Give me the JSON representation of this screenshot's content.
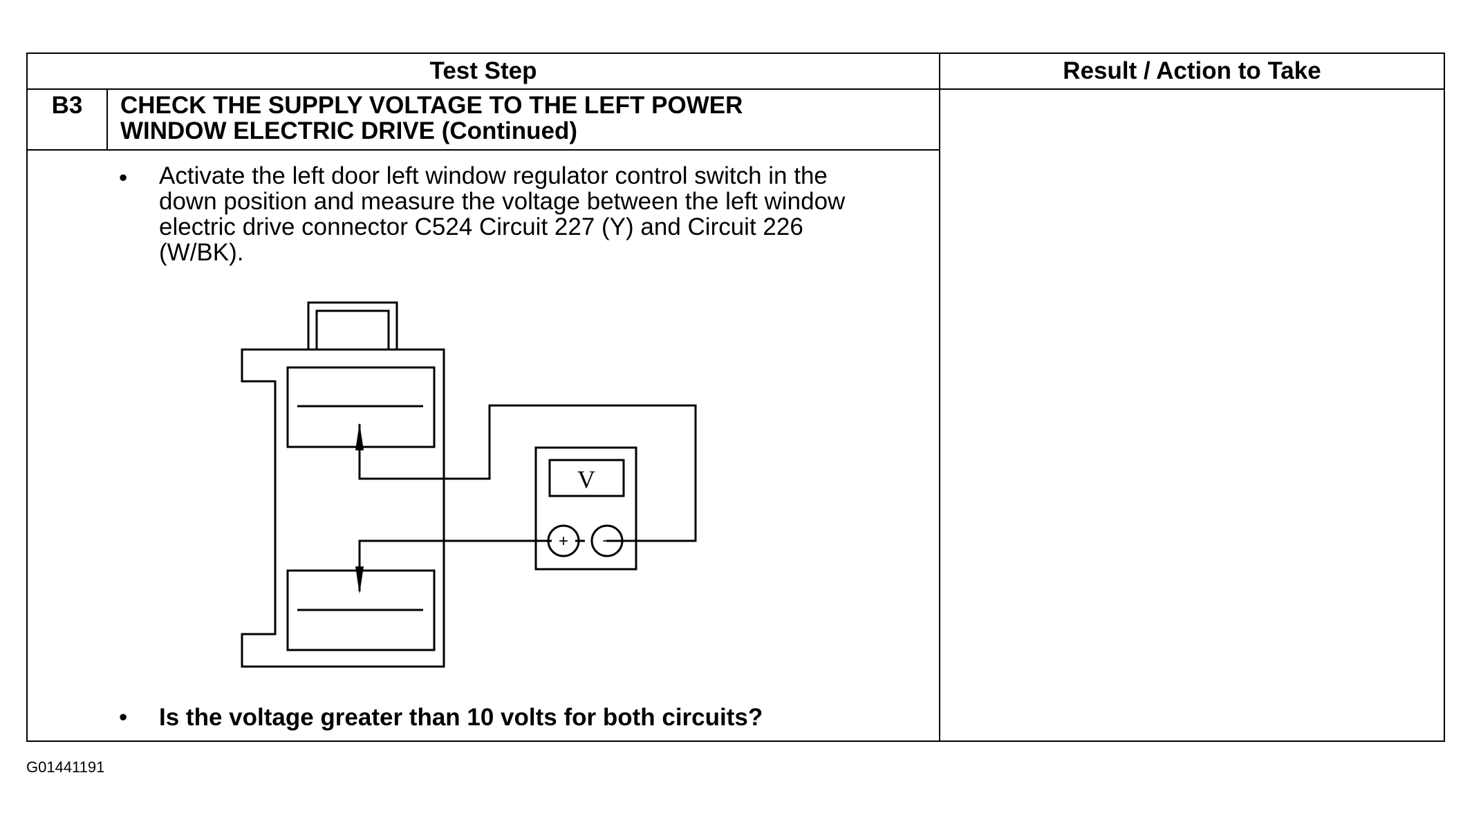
{
  "table": {
    "header_test_step": "Test Step",
    "header_result": "Result / Action to Take",
    "step_id": "B3",
    "step_title": "CHECK THE SUPPLY VOLTAGE TO THE LEFT POWER\nWINDOW ELECTRIC DRIVE (Continued)",
    "bullet_symbol": "•",
    "instruction": "Activate the left door left window regulator control switch in the\ndown position and measure the voltage between the left window\nelectric drive connector C524 Circuit 227 (Y) and Circuit 226\n(W/BK).",
    "question": "Is the voltage greater than 10 volts for both circuits?"
  },
  "diagram": {
    "meter_label": "V",
    "plus_symbol": "+",
    "minus_symbol": "−"
  },
  "figure_id": "G01441191"
}
